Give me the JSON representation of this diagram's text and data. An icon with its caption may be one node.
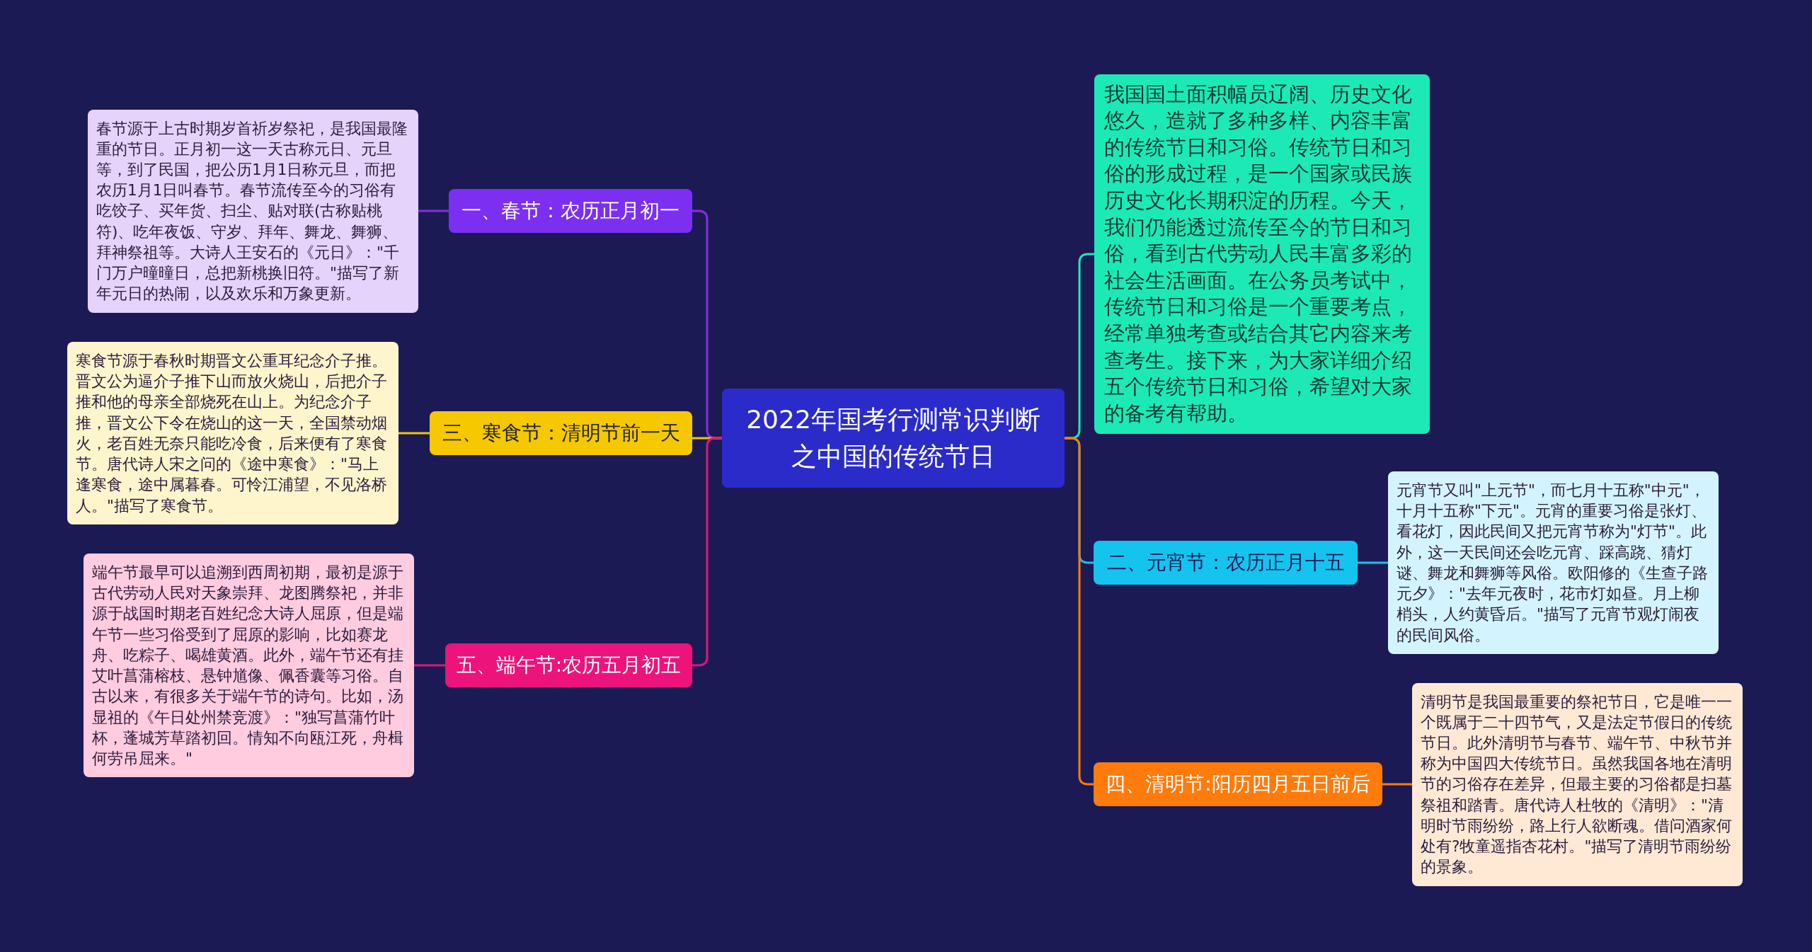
{
  "diagram": {
    "nodes": [
      {
        "text": [
          "2022年国考行测常识判断之中国的传统节日"
        ]
      },
      {
        "text": [
          "一、春节：农历正月初一"
        ]
      },
      {
        "text": [
          "春节源于上古时期岁首祈岁祭祀，是我国最隆重的节日。正月初一这一天古称元日、元旦等，到了民国，把公历1月1日称元旦，而把农历1月1日叫春节。春节流传至今的习俗有吃饺子、买年货、扫尘、贴对联(古称贴桃符)、吃年夜饭、守岁、拜年、舞龙、舞狮、拜神祭祖等。大诗人王安石的《元日》：\"千门万户曈曈日，总把新桃换旧符。\"描写了新年元日的热闹，以及欢乐和万象更新。"
        ]
      },
      {
        "text": [
          "三、寒食节：清明节前一天"
        ]
      },
      {
        "text": [
          "寒食节源于春秋时期晋文公重耳纪念介子推。晋文公为逼介子推下山而放火烧山，后把介子推和他的母亲全部烧死在山上。为纪念介子推，晋文公下令在烧山的这一天，全国禁动烟火，老百姓无奈只能吃冷食，后来便有了寒食节。唐代诗人宋之问的《途中寒食》：\"马上逢寒食，途中属暮春。可怜江浦望，不见洛桥人。\"描写了寒食节。"
        ]
      },
      {
        "text": [
          "五、端午节:农历五月初五"
        ]
      },
      {
        "text": [
          "端午节最早可以追溯到西周初期，最初是源于古代劳动人民对天象崇拜、龙图腾祭祀，并非源于战国时期老百姓纪念大诗人屈原，但是端午节一些习俗受到了屈原的影响，比如赛龙舟、吃粽子、喝雄黄酒。此外，端午节还有挂艾叶菖蒲榕枝、悬钟馗像、佩香囊等习俗。自古以来，有很多关于端午节的诗句。比如，汤显祖的《午日处州禁竞渡》：\"独写菖蒲竹叶杯，蓬城芳草踏初回。情知不向瓯江死，舟楫何劳吊屈来。\""
        ]
      },
      {
        "text": [
          "我国国土面积幅员辽阔、历史文化悠久，造就了多种多样、内容丰富的传统节日和习俗。传统节日和习俗的形成过程，是一个国家或民族历史文化长期积淀的历程。今天，我们仍能透过流传至今的节日和习俗，看到古代劳动人民丰富多彩的社会生活画面。在公务员考试中，传统节日和习俗是一个重要考点，经常单独考查或结合其它内容来考查考生。接下来，为大家详细介绍五个传统节日和习俗，希望对大家的备考有帮助。"
        ]
      },
      {
        "text": [
          "二、元宵节：农历正月十五"
        ]
      },
      {
        "text": [
          "元宵节又叫\"上元节\"，而七月十五称\"中元\"，十月十五称\"下元\"。元宵的重要习俗是张灯、看花灯，因此民间又把元宵节称为\"灯节\"。此外，这一天民间还会吃元宵、踩高跷、猜灯谜、舞龙和舞狮等风俗。欧阳修的《生查子路元夕》：\"去年元夜时，花市灯如昼。月上柳梢头，人约黄昏后。\"描写了元宵节观灯闹夜的民间风俗。"
        ]
      },
      {
        "text": [
          "四、清明节:阳历四月五日前后"
        ]
      },
      {
        "text": [
          "清明节是我国最重要的祭祀节日，它是唯一一个既属于二十四节气，又是法定节假日的传统节日。此外清明节与春节、端午节、中秋节并称为中国四大传统节日。虽然我国各地在清明节的习俗存在差异，但最主要的习俗都是扫墓祭祖和踏青。唐代诗人杜牧的《清明》：\"清明时节雨纷纷，路上行人欲断魂。借问酒家何处有?牧童遥指杏花村。\"描写了清明节雨纷纷的景象。"
        ]
      }
    ],
    "edges": [
      {
        "from": 0,
        "to": 1,
        "arrow": "none",
        "color": "#8a2be2"
      },
      {
        "from": 1,
        "to": 2,
        "arrow": "none",
        "color": "#8a2be2"
      },
      {
        "from": 0,
        "to": 3,
        "arrow": "none",
        "color": "#f2c500"
      },
      {
        "from": 3,
        "to": 4,
        "arrow": "none",
        "color": "#f2c500"
      },
      {
        "from": 0,
        "to": 5,
        "arrow": "none",
        "color": "#e0157a"
      },
      {
        "from": 5,
        "to": 6,
        "arrow": "none",
        "color": "#e0157a"
      },
      {
        "from": 0,
        "to": 7,
        "arrow": "none",
        "color": "#1de9b6"
      },
      {
        "from": 0,
        "to": 8,
        "arrow": "none",
        "color": "#14c4ef"
      },
      {
        "from": 8,
        "to": 9,
        "arrow": "none",
        "color": "#14c4ef"
      },
      {
        "from": 0,
        "to": 10,
        "arrow": "none",
        "color": "#ff7b0b"
      },
      {
        "from": 10,
        "to": 11,
        "arrow": "none",
        "color": "#ff7b0b"
      }
    ]
  }
}
